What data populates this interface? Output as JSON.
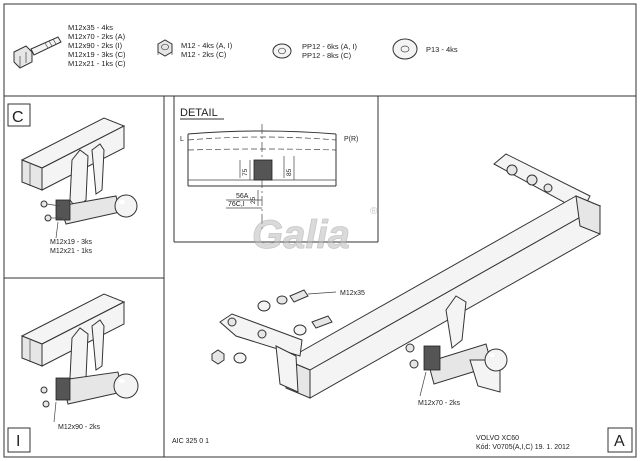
{
  "parts_list": {
    "bolts": [
      "M12x35 - 4ks",
      "M12x70 - 2ks (A)",
      "M12x90 - 2ks (I)",
      "M12x19 - 3ks (C)",
      "M12x21 - 1ks (C)"
    ],
    "nuts": [
      "M12 - 4ks (A, I)",
      "M12 - 2ks (C)"
    ],
    "washers": [
      "PP12 - 6ks (A, I)",
      "PP12 - 8ks (C)"
    ],
    "plate_washer": "P13 - 4ks"
  },
  "panels": {
    "c": {
      "letter": "C",
      "bolts": [
        "M12x19 - 3ks",
        "M12x21 - 1ks"
      ]
    },
    "i": {
      "letter": "I",
      "bolts": "M12x90 - 2ks"
    },
    "a": {
      "letter": "A",
      "bolt_top": "M12x35",
      "bolt_bottom": "M12x70 - 2ks"
    }
  },
  "detail": {
    "title": "DETAIL",
    "label_l": "L",
    "label_p": "P(R)",
    "dim_75": "75",
    "dim_85": "85",
    "dim_25": "25",
    "dim_56a": "56A",
    "dim_76ci": "76C,I"
  },
  "brand": {
    "logo_text": "Galia",
    "registered": "®"
  },
  "footer": {
    "drawing_code": "AIC 325 0 1",
    "vehicle": "VOLVO XC60",
    "code_date": "Kód: V0705(A,I,C)  19. 1. 2012"
  }
}
